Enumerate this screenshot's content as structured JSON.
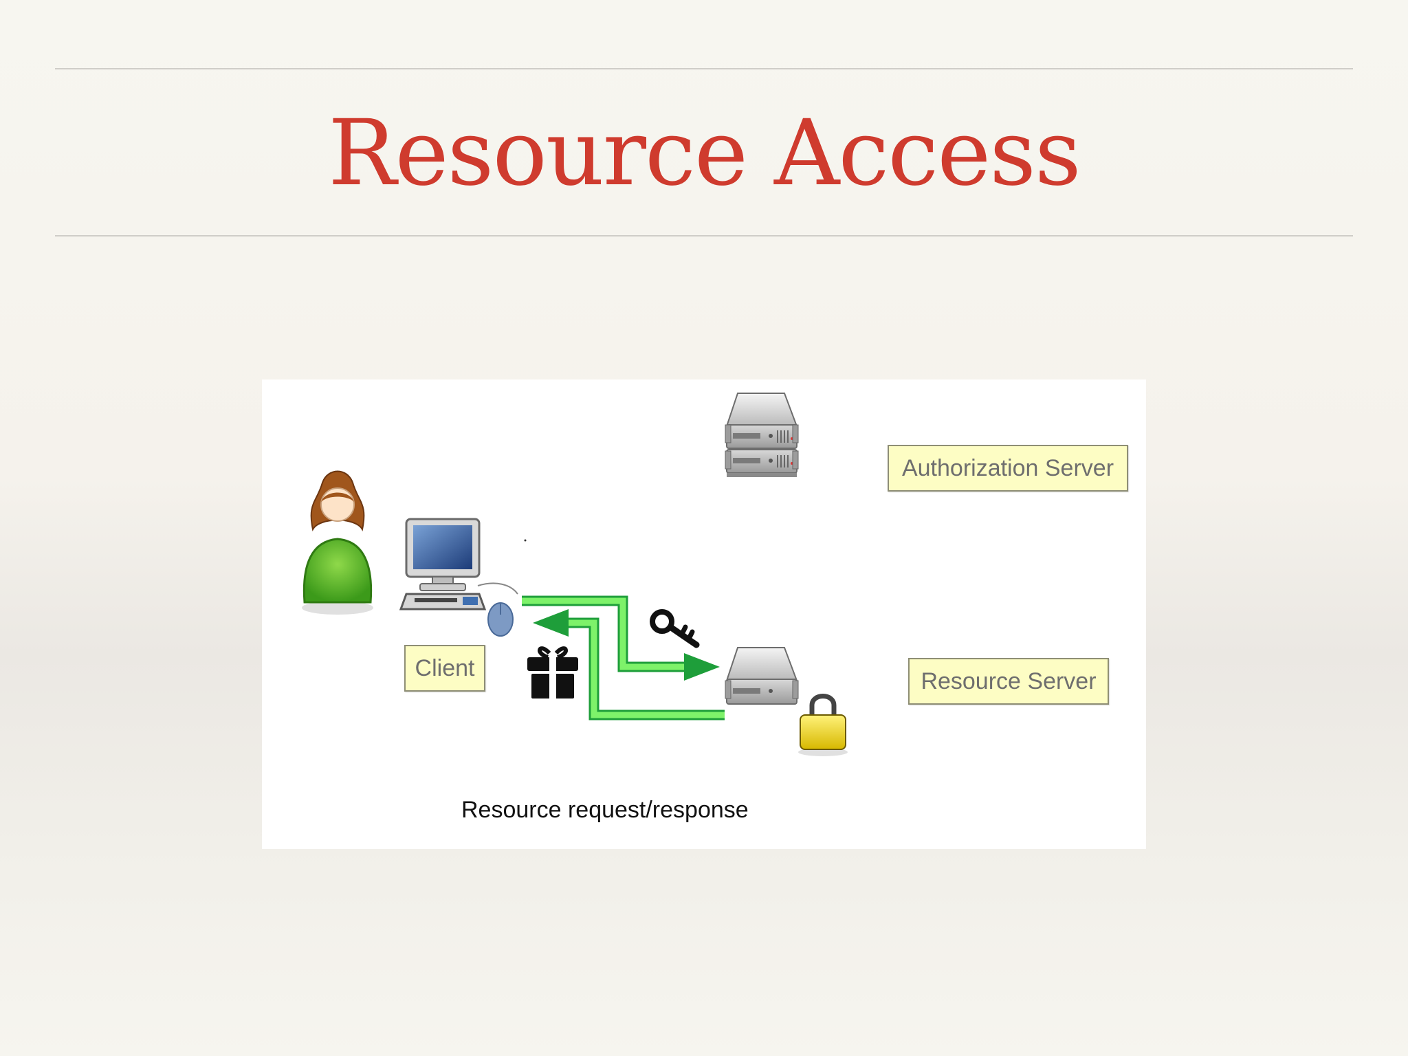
{
  "slide": {
    "title": "Resource Access"
  },
  "diagram": {
    "labels": {
      "authorization_server": "Authorization Server",
      "resource_server": "Resource Server",
      "client": "Client"
    },
    "caption": "Resource request/response",
    "colors": {
      "title": "#cf3b2e",
      "arrow_fill": "#7ef26a",
      "arrow_outline": "#1e9e3a",
      "label_fill": "#fdfdc4"
    },
    "icons": [
      "user-icon",
      "computer-icon",
      "mouse-icon",
      "server-icon",
      "lock-icon",
      "key-icon",
      "gift-icon"
    ]
  }
}
